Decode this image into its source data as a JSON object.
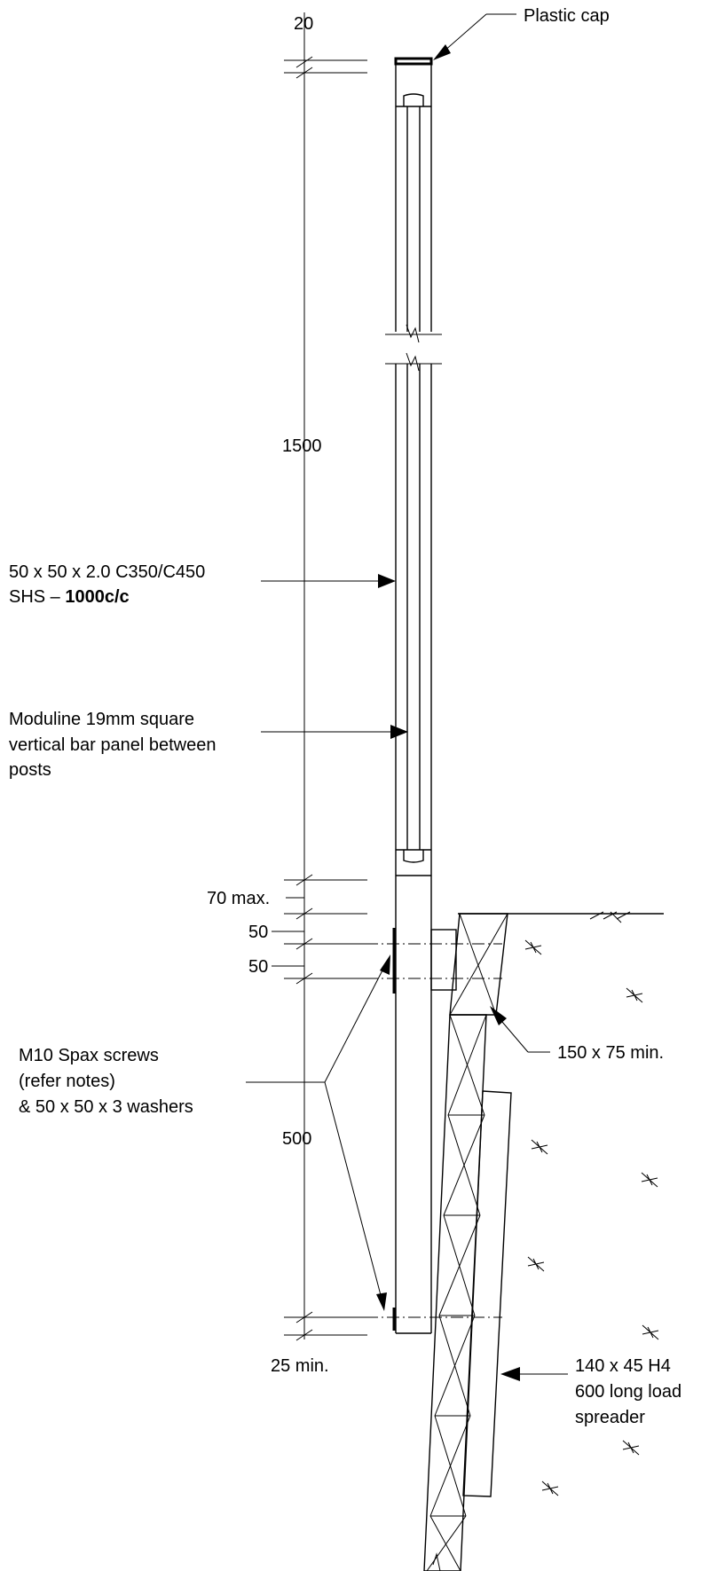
{
  "dimensions": {
    "top_cap": "20",
    "post_height": "1500",
    "gap_max": "70 max.",
    "screw_offset_1": "50",
    "screw_offset_2": "50",
    "embed_length": "500",
    "clearance_min": "25 min."
  },
  "labels": {
    "plastic_cap": "Plastic cap",
    "shs_line1": "50 x 50 x 2.0 C350/C450",
    "shs_line2_prefix": "SHS – ",
    "shs_line2_bold": "1000c/c",
    "panel_line1": "Moduline 19mm square",
    "panel_line2": "vertical bar panel between",
    "panel_line3": "posts",
    "screws_line1": "M10 Spax screws",
    "screws_line2": "(refer notes)",
    "screws_line3": "& 50 x 50 x 3 washers",
    "timber_size": "150 x 75 min.",
    "spreader_line1": "140 x 45 H4",
    "spreader_line2": "600 long load",
    "spreader_line3": "spreader"
  }
}
